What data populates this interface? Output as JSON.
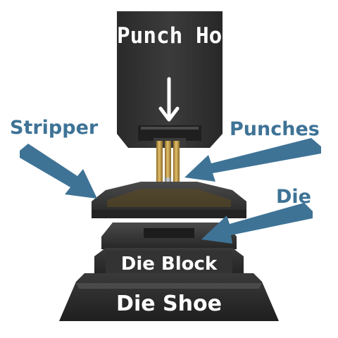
{
  "labels": {
    "punch_holder": "Punch\nHolder",
    "stripper": "Stripper",
    "punches": "Punches",
    "die": "Die",
    "die_block": "Die Block",
    "die_shoe": "Die Shoe"
  },
  "colors": {
    "background": "#ffffff",
    "label_blue": "#3e7396",
    "arrow_blue": "#3e7396",
    "body_dark": "#2e2e2e",
    "punch_gold": "#c9a24a",
    "label_white": "#ffffff"
  },
  "icons": {
    "punch_holder_arrow": "down-arrow-icon",
    "pointer_arrows": "pointer-arrow-icon"
  }
}
